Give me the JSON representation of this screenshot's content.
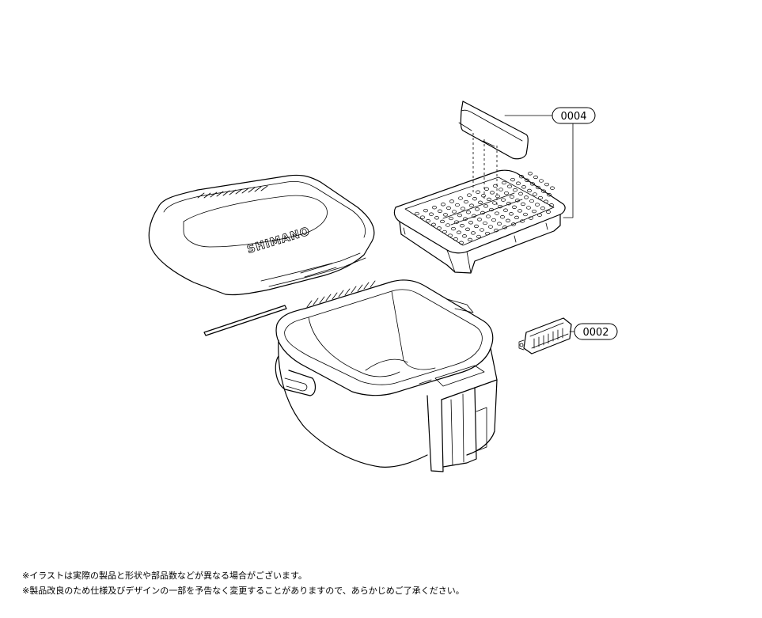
{
  "callouts": [
    {
      "id": "0004"
    },
    {
      "id": "0002"
    }
  ],
  "lid": {
    "logo_text": "SHIMANO"
  },
  "notes": [
    "※イラストは実際の製品と形状や部品数などが異なる場合がございます。",
    "※製品改良のため仕様及びデザインの一部を予告なく変更することがありますので、あらかじめご了承ください。"
  ]
}
